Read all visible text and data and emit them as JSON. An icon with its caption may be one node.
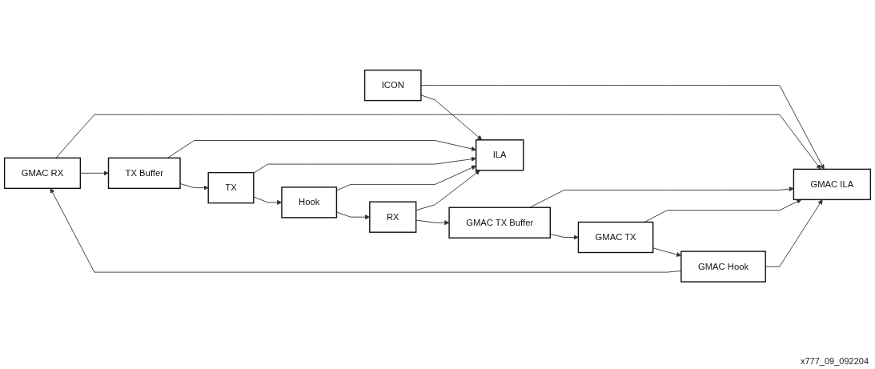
{
  "diagram": {
    "nodes": [
      {
        "text": [
          "GMAC ILA"
        ]
      },
      {
        "text": [
          "ICON"
        ]
      },
      {
        "text": [
          "ILA"
        ]
      },
      {
        "text": [
          "GMAC RX"
        ]
      },
      {
        "text": [
          "TX Buffer"
        ]
      },
      {
        "text": [
          "TX"
        ]
      },
      {
        "text": [
          "GMAC Hook"
        ]
      },
      {
        "text": [
          "Hook"
        ]
      },
      {
        "text": [
          "GMAC TX"
        ]
      },
      {
        "text": [
          "GMAC TX Buffer"
        ]
      },
      {
        "text": [
          "RX"
        ]
      }
    ],
    "edges": [
      {
        "from": 1,
        "to": 0,
        "arrow": "to"
      },
      {
        "from": 1,
        "to": 2,
        "arrow": "to"
      },
      {
        "from": 9,
        "to": 0,
        "arrow": "to"
      },
      {
        "from": 3,
        "to": 0,
        "arrow": "to"
      },
      {
        "from": 6,
        "to": 0,
        "arrow": "to"
      },
      {
        "from": 8,
        "to": 0,
        "arrow": "to"
      },
      {
        "from": 10,
        "to": 2,
        "arrow": "to"
      },
      {
        "from": 4,
        "to": 2,
        "arrow": "to"
      },
      {
        "from": 5,
        "to": 2,
        "arrow": "to"
      },
      {
        "from": 7,
        "to": 2,
        "arrow": "to"
      },
      {
        "from": 6,
        "to": 3,
        "arrow": "to"
      },
      {
        "from": 3,
        "to": 4,
        "arrow": "to"
      },
      {
        "from": 4,
        "to": 5,
        "arrow": "to"
      },
      {
        "from": 5,
        "to": 7,
        "arrow": "to"
      },
      {
        "from": 7,
        "to": 10,
        "arrow": "to"
      },
      {
        "from": 10,
        "to": 9,
        "arrow": "to"
      },
      {
        "from": 9,
        "to": 8,
        "arrow": "to"
      },
      {
        "from": 8,
        "to": 6,
        "arrow": "to"
      }
    ],
    "labels": [
      "x777_09_092204"
    ]
  }
}
